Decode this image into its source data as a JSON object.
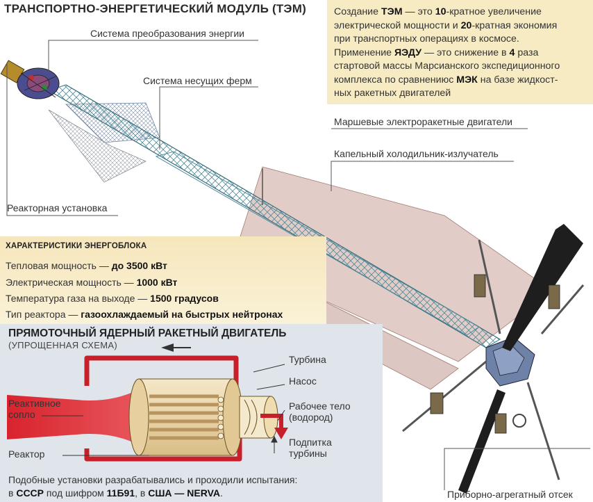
{
  "title": "ТРАНСПОРТНО-ЭНЕРГЕТИЧЕСКИЙ МОДУЛЬ (ТЭМ)",
  "info": {
    "line1_pre": "Создание ",
    "line1_b1": "ТЭМ",
    "line1_mid": " — это ",
    "line1_b2": "10",
    "line1_post": "-кратное увеличение",
    "line2_pre": "электрической мощности и ",
    "line2_b": "20",
    "line2_post": "-кратная экономия",
    "line3": "при транспортных операциях в космосе.",
    "line4_pre": "Применение ",
    "line4_b1": "ЯЭДУ",
    "line4_mid": " — это снижение в ",
    "line4_b2": "4",
    "line4_post": " раза",
    "line5": "стартовой массы Марсианского экспедиционного",
    "line6_pre": "комплекса по сравнениюс ",
    "line6_b": "МЭК",
    "line6_post": " на базе жидкост-",
    "line7": "ных ракетных двигателей"
  },
  "callouts": {
    "energy_conversion": "Система преобразования энергии",
    "truss_system": "Система несущих ферм",
    "reactor_unit": "Реакторная установка",
    "thrusters": "Маршевые электроракетные двигатели",
    "droplet_radiator": "Капельный холодильник-излучатель",
    "instrument_compartment": "Приборно-агрегатный отсек"
  },
  "specs": {
    "title": "ХАРАКТЕРИСТИКИ ЭНЕРГОБЛОКА",
    "rows": [
      {
        "label": "Тепловая мощность — ",
        "value": "до 3500 кВт"
      },
      {
        "label": "Электрическая мощность — ",
        "value": "1000 кВт"
      },
      {
        "label": "Температура газа на выходе  — ",
        "value": "1500 градусов"
      },
      {
        "label": "Тип реактора — ",
        "value": "газоохлаждаемый на быстрых нейтронах"
      }
    ]
  },
  "engine": {
    "title": "ПРЯМОТОЧНЫЙ ЯДЕРНЫЙ РАКЕТНЫЙ ДВИГАТЕЛЬ",
    "subtitle": "(УПРОЩЕННАЯ СХЕМА)",
    "labels": {
      "turbine": "Турбина",
      "pump": "Насос",
      "working_fluid_1": "Рабочее тело",
      "working_fluid_2": "(водород)",
      "turbine_feed_1": "Подпитка",
      "turbine_feed_2": "турбины",
      "nozzle_1": "Реактивное",
      "nozzle_2": "сопло",
      "reactor": "Реактор"
    },
    "note_line1": "Подобные установки разрабатывались и проходили испытания:",
    "note_pre": "в ",
    "note_b1": "СССР",
    "note_mid1": " под шифром ",
    "note_b2": "11Б91",
    "note_mid2": ", в ",
    "note_b3": "США — NERVA",
    "note_post": "."
  },
  "colors": {
    "info_bg": "#f7ebc4",
    "specs_bg": "#f6e6bb",
    "engine_panel_bg": "#dfe5ea",
    "engine_red": "#c8202a",
    "radiator": "#c9a29a",
    "truss": "#4f8a9a"
  }
}
